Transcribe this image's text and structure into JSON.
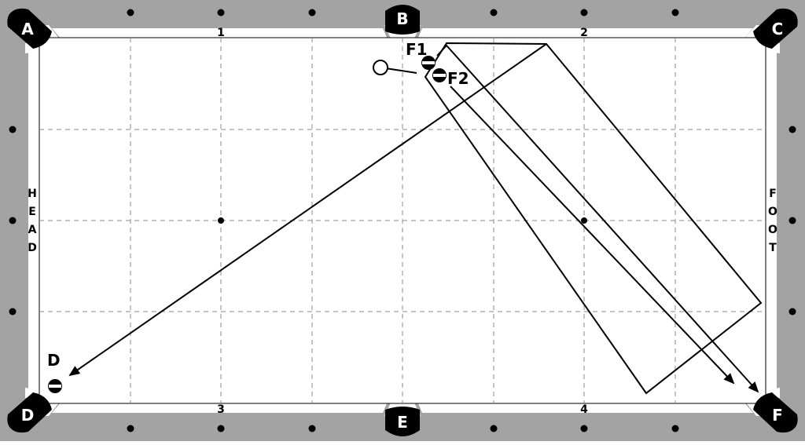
{
  "pockets": {
    "top_left": "A",
    "top_middle": "B",
    "top_right": "C",
    "bottom_left": "D",
    "bottom_middle": "E",
    "bottom_right": "F"
  },
  "rail_numbers": {
    "top_left": "1",
    "top_right": "2",
    "bottom_left": "3",
    "bottom_right": "4"
  },
  "end_labels": {
    "head": [
      "H",
      "E",
      "A",
      "D"
    ],
    "foot": [
      "F",
      "O",
      "O",
      "T"
    ]
  },
  "ball_labels": {
    "f1": "F1",
    "f2": "F2",
    "d": "D"
  },
  "colors": {
    "rail": "#a3a3a3",
    "pocket": "#000000",
    "line": "#000000",
    "grid": "#888888",
    "cloth": "#ffffff"
  }
}
